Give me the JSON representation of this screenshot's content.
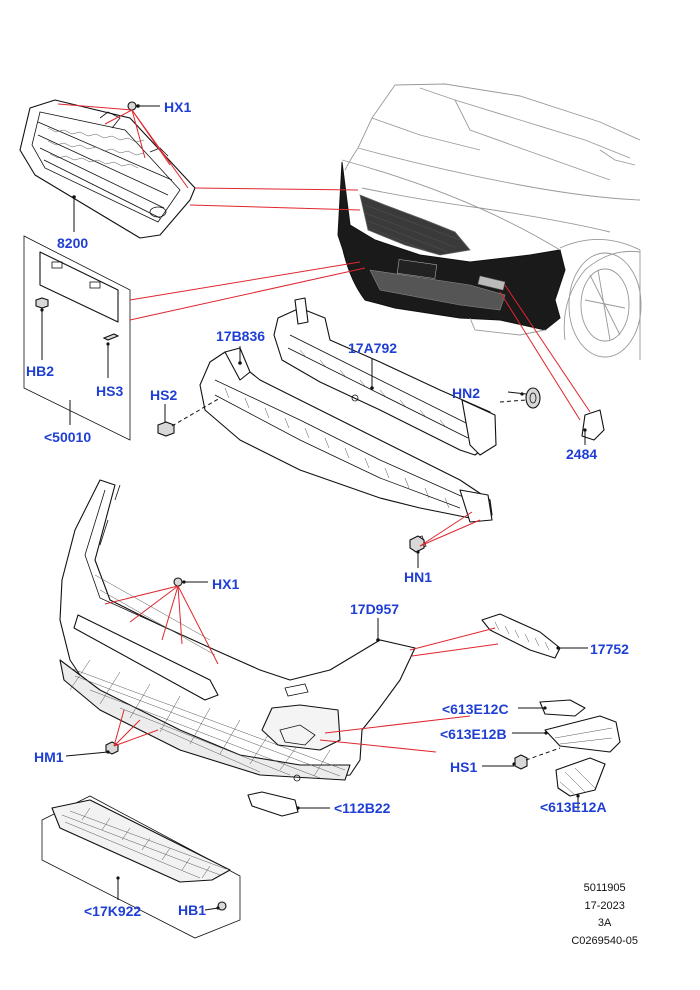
{
  "callouts": {
    "hx1_top": "HX1",
    "part_8200": "8200",
    "hb2": "HB2",
    "hs3": "HS3",
    "part_50010": "<50010",
    "part_17b836": "17B836",
    "part_17a792": "17A792",
    "hs2": "HS2",
    "hn2": "HN2",
    "part_2484": "2484",
    "hn1": "HN1",
    "hx1_bottom": "HX1",
    "part_17d957": "17D957",
    "part_17752": "17752",
    "part_613e12c": "<613E12C",
    "part_613e12b": "<613E12B",
    "hs1": "HS1",
    "part_613e12a": "<613E12A",
    "hm1": "HM1",
    "part_112b22": "<112B22",
    "part_17k922": "<17K922",
    "hb1": "HB1"
  },
  "document_ref": {
    "line1": "5011905",
    "line2": "17-2023",
    "line3": "3A",
    "line4": "C0269540-05"
  },
  "colors": {
    "callout_text": "#1f3fd4",
    "leader_red": "#e0262e",
    "line_art": "#111111"
  }
}
